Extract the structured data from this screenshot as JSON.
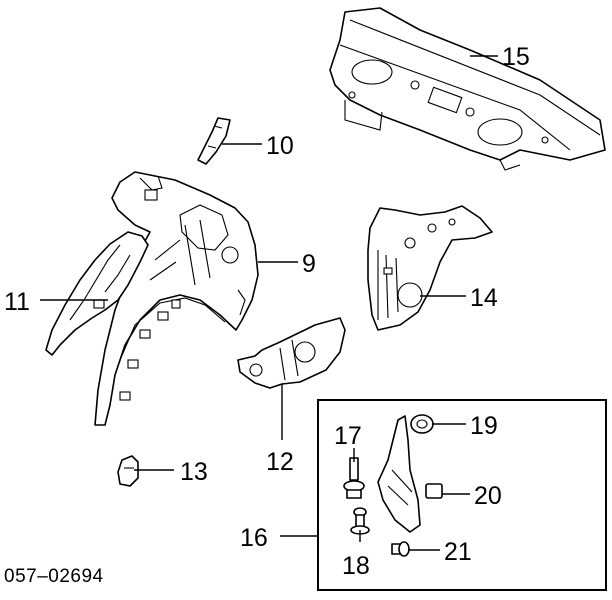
{
  "diagram": {
    "parts": [
      {
        "id": "part-9",
        "label": "9"
      },
      {
        "id": "part-10",
        "label": "10"
      },
      {
        "id": "part-11",
        "label": "11"
      },
      {
        "id": "part-12",
        "label": "12"
      },
      {
        "id": "part-13",
        "label": "13"
      },
      {
        "id": "part-14",
        "label": "14"
      },
      {
        "id": "part-15",
        "label": "15"
      },
      {
        "id": "part-16",
        "label": "16"
      },
      {
        "id": "part-17",
        "label": "17"
      },
      {
        "id": "part-18",
        "label": "18"
      },
      {
        "id": "part-19",
        "label": "19"
      },
      {
        "id": "part-20",
        "label": "20"
      },
      {
        "id": "part-21",
        "label": "21"
      }
    ],
    "figure_code": "057–02694"
  }
}
